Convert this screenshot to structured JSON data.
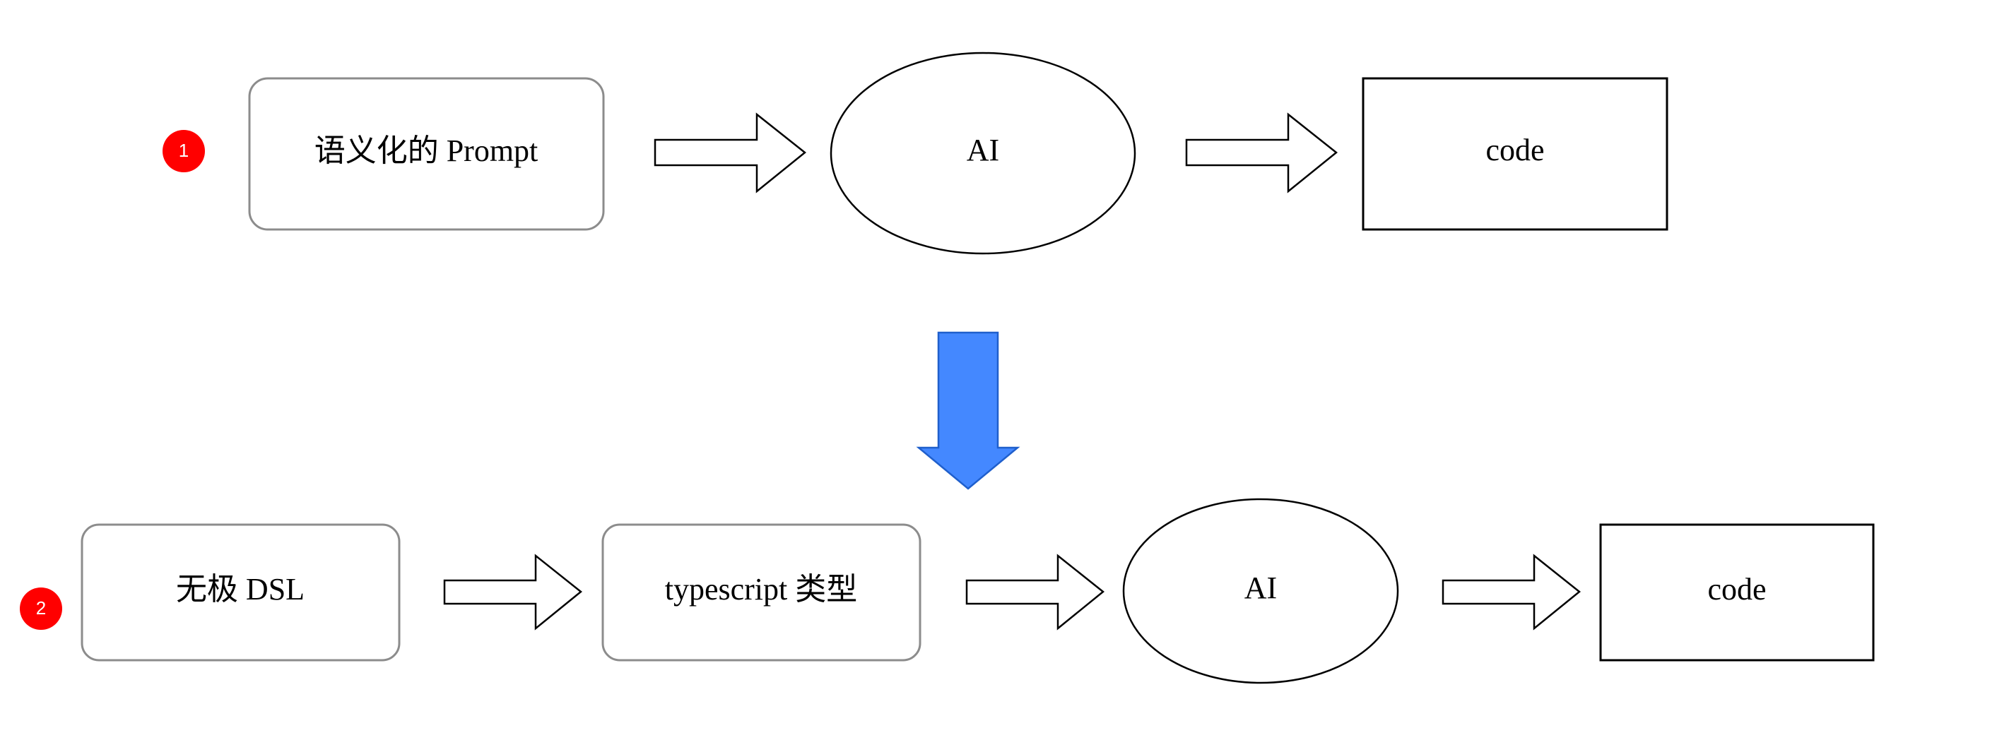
{
  "colors": {
    "badge": "#ff0000",
    "badge_text": "#ffffff",
    "stroke": "#000000",
    "rounded_stroke": "#8c8c8c",
    "transition_arrow": "#4488ff",
    "transition_arrow_stroke": "#1f5fcc"
  },
  "flow1": {
    "badge": "1",
    "nodes": [
      {
        "shape": "rounded-rect",
        "label": "语义化的 Prompt"
      },
      {
        "shape": "ellipse",
        "label": "AI"
      },
      {
        "shape": "rect",
        "label": "code"
      }
    ]
  },
  "flow2": {
    "badge": "2",
    "nodes": [
      {
        "shape": "rounded-rect",
        "label": "无极 DSL"
      },
      {
        "shape": "rounded-rect",
        "label": "typescript 类型"
      },
      {
        "shape": "ellipse",
        "label": "AI"
      },
      {
        "shape": "rect",
        "label": "code"
      }
    ]
  },
  "transition": {
    "icon": "down-arrow-icon"
  }
}
